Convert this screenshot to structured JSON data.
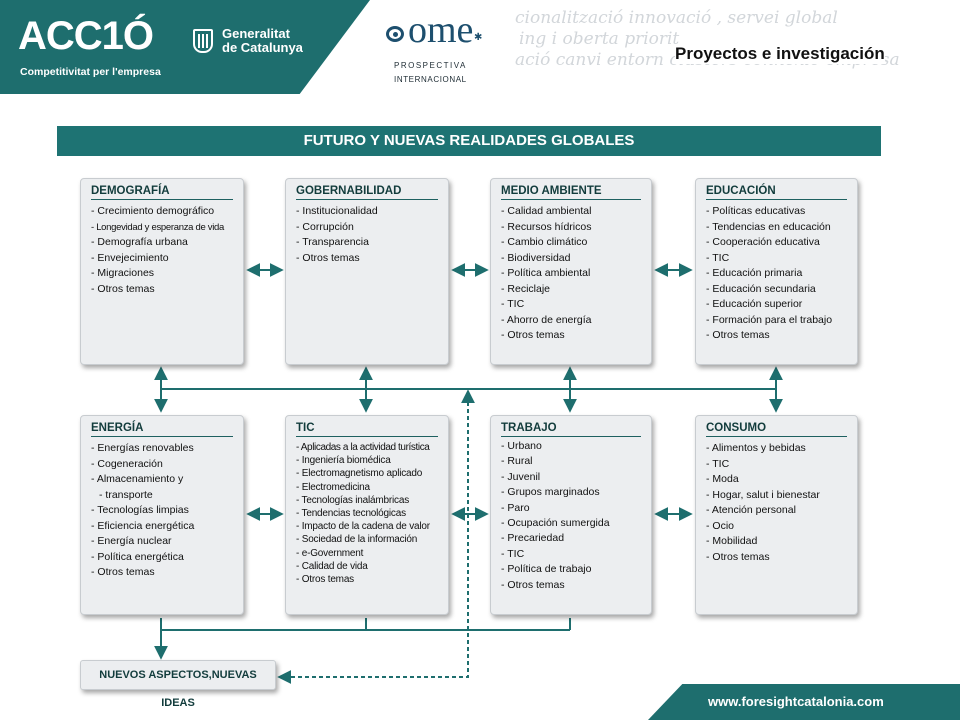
{
  "header": {
    "acc_logo": "ACC1Ó",
    "acc_tagline": "Competitivitat per l'empresa",
    "gen_line1": "Generalitat",
    "gen_line2": "de Catalunya",
    "ome_word": "ome",
    "ome_line1": "PROSPECTIVA",
    "ome_line2": "INTERNACIONAL",
    "watermark": [
      "cionalització innovació , servei global",
      "ing i oberta priorit",
      "ació canvi entorn clústers connexió empresa"
    ],
    "page_title": "Proyectos e investigación"
  },
  "diagram": {
    "title": "FUTURO Y NUEVAS REALIDADES GLOBALES",
    "top_row": [
      {
        "title": "DEMOGRAFÍA",
        "items": [
          "Crecimiento demográfico",
          "Longevidad y esperanza de vida",
          "Demografía urbana",
          "Envejecimiento",
          "Migraciones",
          "Otros temas"
        ]
      },
      {
        "title": "GOBERNABILIDAD",
        "items": [
          "Institucionalidad",
          "Corrupción",
          "Transparencia",
          "Otros temas"
        ]
      },
      {
        "title": "MEDIO AMBIENTE",
        "items": [
          "Calidad ambiental",
          "Recursos hídricos",
          "Cambio climático",
          "Biodiversidad",
          "Política ambiental",
          "Reciclaje",
          "TIC",
          "Ahorro de energía",
          "Otros temas"
        ]
      },
      {
        "title": "EDUCACIÓN",
        "items": [
          "Políticas educativas",
          "Tendencias en educación",
          "Cooperación educativa",
          "TIC",
          "Educación primaria",
          "Educación secundaria",
          "Educación superior",
          "Formación para el trabajo",
          "Otros temas"
        ]
      }
    ],
    "bottom_row": [
      {
        "title": "ENERGÍA",
        "items": [
          "Energías renovables",
          "Cogeneración",
          "Almacenamiento y",
          "transporte",
          "Tecnologías limpias",
          "Eficiencia energética",
          "Energía nuclear",
          "Política energética",
          "Otros temas"
        ]
      },
      {
        "title": "TIC",
        "items": [
          "Aplicadas a la actividad turística",
          "Ingeniería biomédica",
          "Electromagnetismo aplicado",
          "Electromedicina",
          "Tecnologías inalámbricas",
          "Tendencias tecnológicas",
          "Impacto de la cadena de valor",
          "Sociedad de la información",
          "e-Government",
          "Calidad de vida",
          "Otros temas"
        ]
      },
      {
        "title": "TRABAJO",
        "items": [
          "Urbano",
          "Rural",
          "Juvenil",
          "Grupos marginados",
          "Paro",
          "Ocupación sumergida",
          "Precariedad",
          "TIC",
          "Política de trabajo",
          "Otros temas"
        ]
      },
      {
        "title": "CONSUMO",
        "items": [
          "Alimentos y bebidas",
          "TIC",
          "Moda",
          "Hogar, salut i bienestar",
          "Atención personal",
          "Ocio",
          "Mobilidad",
          "Otros temas"
        ]
      }
    ],
    "output_box": "NUEVOS ASPECTOS,NUEVAS IDEAS"
  },
  "footer": {
    "url": "www.foresightcatalonia.com"
  },
  "colors": {
    "brand_teal": "#1e6e6e",
    "box_fill": "#eceef0"
  }
}
